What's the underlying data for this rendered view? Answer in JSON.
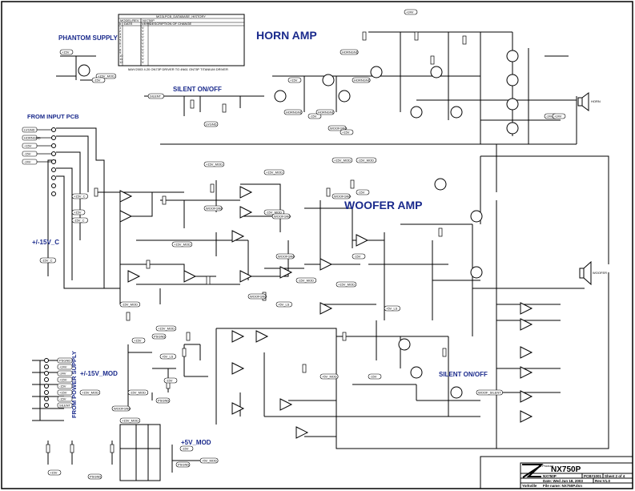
{
  "headings": {
    "phantom_supply": "PHANTOM SUPPLY",
    "horn_amp": "HORN AMP",
    "silent_top": "SILENT ON/OFF",
    "from_input_pcb": "FROM INPUT PCB",
    "woofer_amp": "WOOFER AMP",
    "pm15v_c": "+/-15V_C",
    "pm15v_mod": "+/-15V_MOD",
    "from_power_supply": "FROM POWER SUPPLY",
    "silent_bottom": "SILENT ON/OFF",
    "p5v_mod": "+5V_MOD"
  },
  "revision_table": {
    "title": "MG3LPCB_DATABASE_HISTORY",
    "model_label": "MODEL/REV",
    "model_value": "NX750P",
    "columns": [
      "#",
      "DATE",
      "VERS",
      "DESCRIPTION OF CHANGE"
    ],
    "rows": [
      "1",
      "2",
      "3",
      "4",
      "5",
      "6",
      "7",
      "8",
      "9",
      "10",
      "11",
      "12"
    ],
    "note": "MAY/2003  4.20   ON73P DRIVER TO 4N61 ON73P TITANIUM DRIVER"
  },
  "title_block": {
    "logo": "Yorkville",
    "product_label": "Product",
    "product": "NX750P",
    "model": "NX750P",
    "pcb": "PCB#1001",
    "sheet": "Sheet 2 of 4",
    "date": "Date: Wed Jun 18, 2003",
    "rev": "Rev:V1.0",
    "file": "File name: NX750P.dsn"
  },
  "net_labels": [
    "+15V",
    "+15V_MOD",
    "-15V",
    "SILENT",
    "LVGND",
    "HORNGND",
    "+15V",
    "-15V",
    "+24V",
    "HORNGND",
    "HORNGND",
    "HORNGND",
    "-24V",
    "+15V_MOD",
    "WOOFGND",
    "+15V_MOD",
    "-15V_MOD",
    "WOOFGND",
    "WOOFGND",
    "+15V_C",
    "-15V_C",
    "+15V",
    "-15V_C",
    "+15V_MOD",
    "WOOFGND",
    "+5V_LS",
    "-15V_MOD",
    "+15V_MOD",
    "WOOFGND",
    "-15V_MOD",
    "-15V",
    "WOOFGND",
    "+15V",
    "-15V",
    "+15V_MOD",
    "-15V_MOD",
    "+5V_LS",
    "-15V",
    "+5V_MOD",
    "WOOF_SILENT",
    "+15V_MOD",
    "PSGND",
    "+15V",
    "+5V_LS",
    "-15V",
    "+15V_MOD",
    "-15V_MOD",
    "PSGND",
    "WOOFGND",
    "+15V_MOD",
    "PSGND",
    "+5V_MOD",
    "PSGND",
    "+15V",
    "-15V",
    "+24V"
  ],
  "input_connector_labels": [
    "LVGND",
    "HORNGND",
    "+15V",
    "-15V",
    "-24V"
  ],
  "power_connector_labels": [
    "PSGND",
    "+24V",
    "-24V",
    "+15V",
    "-15V",
    "+15V",
    "-15V",
    "SILENT"
  ],
  "speaker_labels": [
    "HORN",
    "WOOFER"
  ],
  "colors": {
    "heading": "#1a2a8c",
    "wire": "#000000",
    "background": "#ffffff"
  }
}
